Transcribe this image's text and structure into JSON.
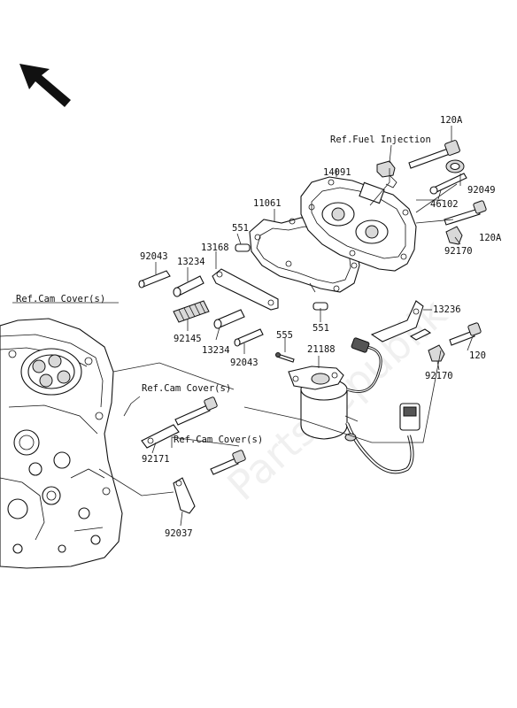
{
  "labels": {
    "ref_fuel_injection": "Ref.Fuel Injection",
    "p120A_top": "120A",
    "p14091": "14091",
    "p92049": "92049",
    "p46102": "46102",
    "p11061": "11061",
    "p551_top": "551",
    "p120A_right": "120A",
    "p92170_top": "92170",
    "p92043_left": "92043",
    "p13168": "13168",
    "p13234_top": "13234",
    "ref_cam_cover_1": "Ref.Cam Cover(s)",
    "p551_bottom": "551",
    "p13236": "13236",
    "p92145": "92145",
    "p13234_bottom": "13234",
    "p92043_bottom": "92043",
    "p555": "555",
    "p21188": "21188",
    "p120_right": "120",
    "p92170_bottom": "92170",
    "ref_cam_cover_2": "Ref.Cam Cover(s)",
    "ref_cam_cover_3": "Ref.Cam Cover(s)",
    "p92171": "92171",
    "p92037": "92037"
  },
  "watermark": "PartsRepublik"
}
